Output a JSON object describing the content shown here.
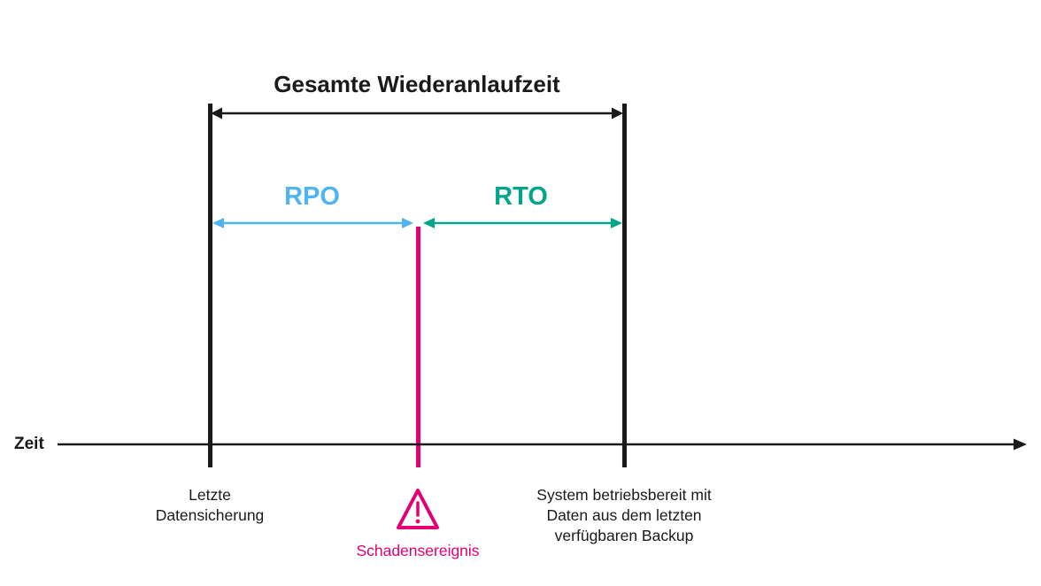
{
  "title": "Gesamte Wiederanlaufzeit",
  "axis": {
    "label": "Zeit"
  },
  "spans": {
    "rpo": {
      "label": "RPO"
    },
    "rto": {
      "label": "RTO"
    }
  },
  "markers": {
    "backup": {
      "label": "Letzte\nDatensicherung"
    },
    "incident": {
      "label": "Schadensereignis",
      "icon": "warning-triangle-icon"
    },
    "restored": {
      "label": "System betriebsbereit mit\nDaten aus dem letzten\nverfügbaren Backup"
    }
  },
  "colors": {
    "ink": "#1a1a1a",
    "rpo": "#4fb4f0",
    "rto": "#00a58c",
    "magenta": "#e20074"
  }
}
